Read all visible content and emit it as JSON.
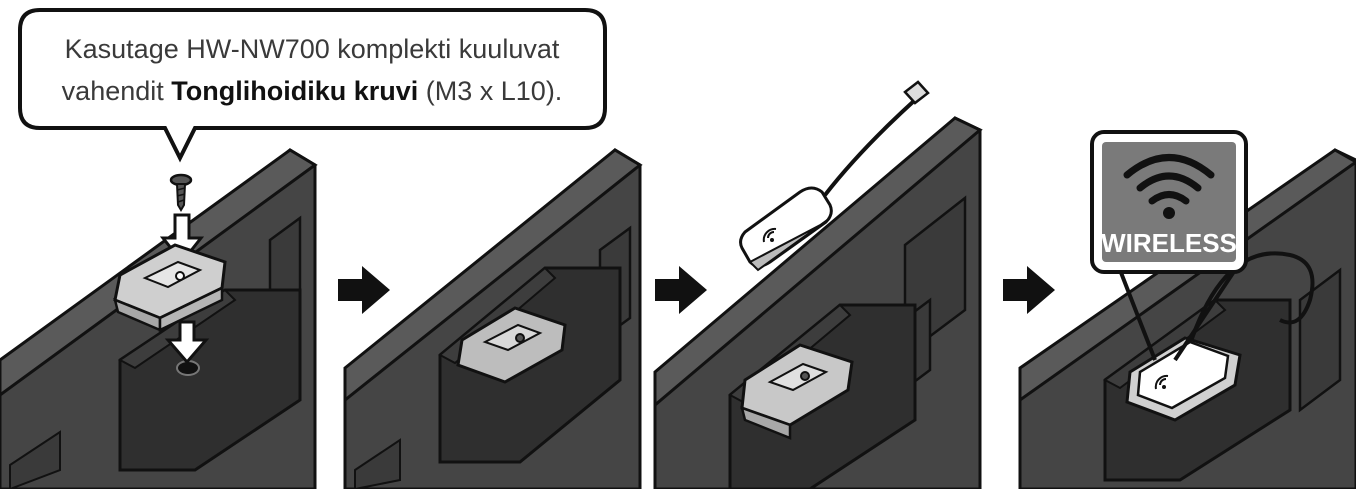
{
  "callout": {
    "line1": "Kasutage HW-NW700 komplekti kuuluvat",
    "line2_before": "vahendit ",
    "line2_bold": "Tonglihoidiku kruvi",
    "line2_after": " (M3 x L10)."
  },
  "wireless_label": "WIRELESS",
  "icons": [
    "screw-icon",
    "down-arrow-icon",
    "right-arrow-icon",
    "wifi-icon",
    "wireless-dongle-icon"
  ],
  "colors": {
    "outline": "#111111",
    "panel_fill": "#454545",
    "panel_top": "#5a5a5a",
    "recess_fill": "#2f2f2f",
    "bracket_fill": "#cfcfcf",
    "label_box": "#7a7a7a"
  }
}
